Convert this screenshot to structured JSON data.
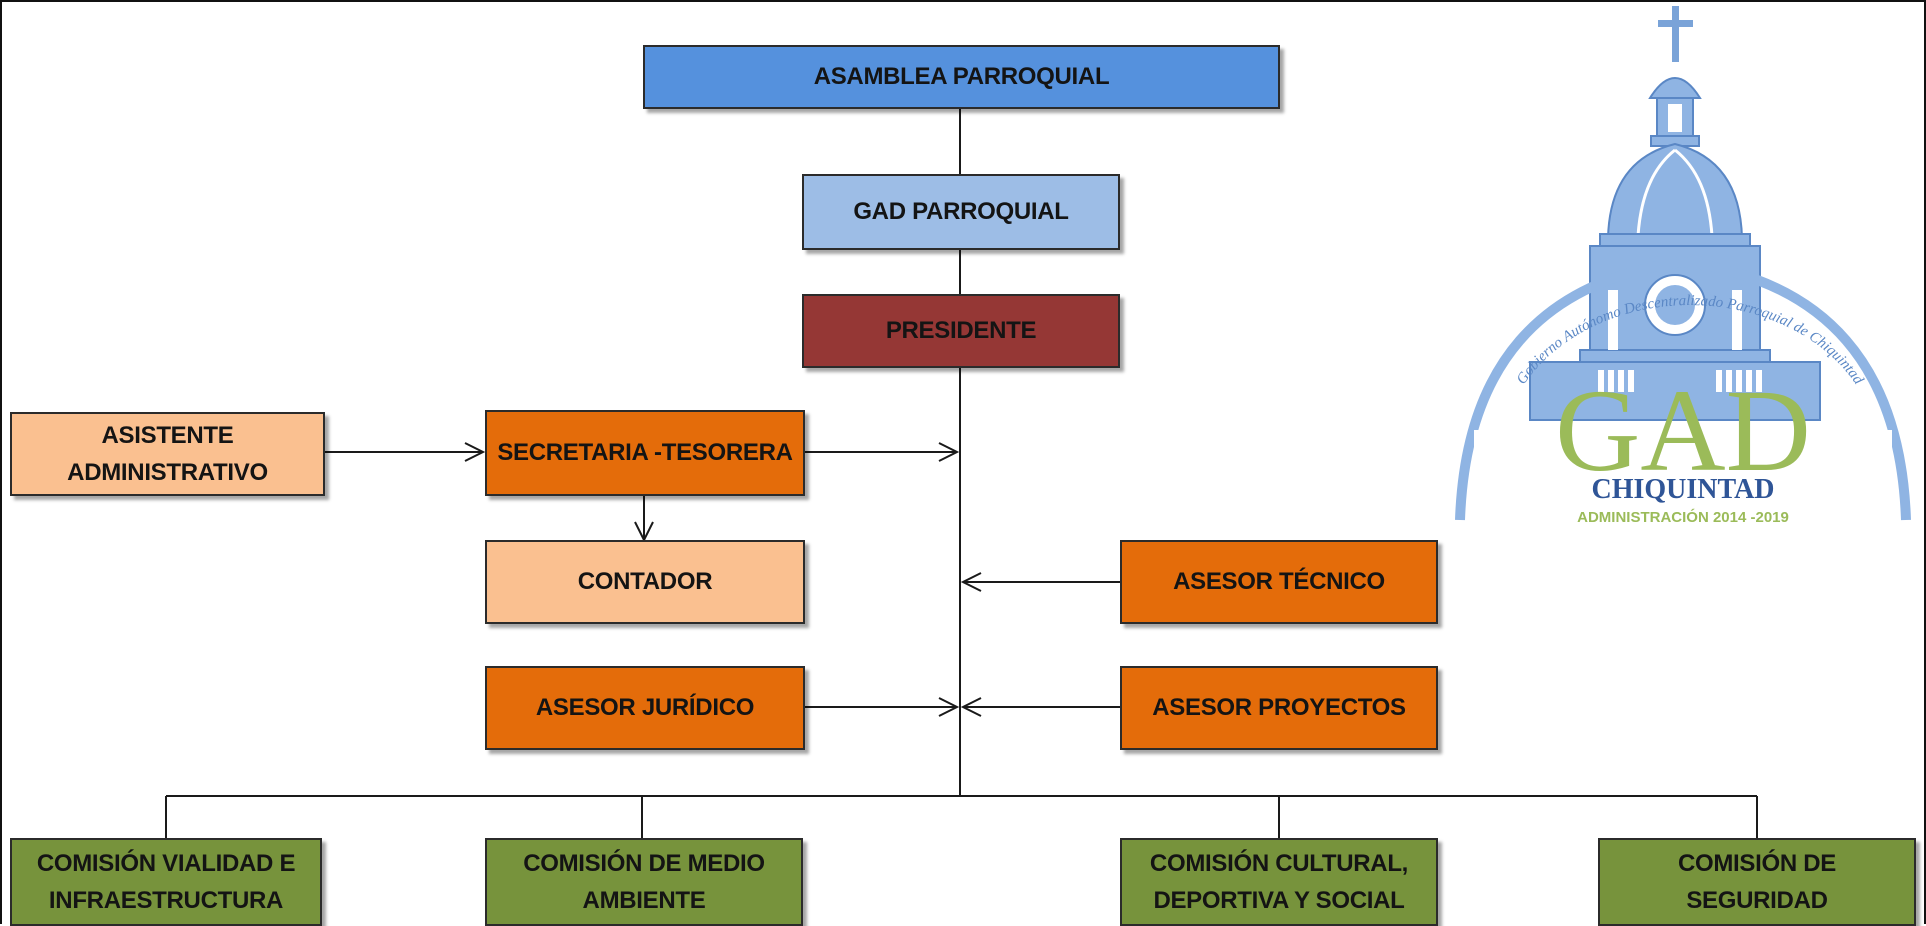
{
  "nodes": {
    "asamblea": {
      "label": "ASAMBLEA PARROQUIAL",
      "color": "#5591dd"
    },
    "gad": {
      "label": "GAD PARROQUIAL",
      "color": "#9dbde6"
    },
    "presidente": {
      "label": "PRESIDENTE",
      "color": "#953735"
    },
    "asistente": {
      "label": "ASISTENTE\nADMINISTRATIVO",
      "color": "#fac090"
    },
    "secretaria": {
      "label": "SECRETARIA -TESORERA",
      "color": "#e46c0a"
    },
    "contador": {
      "label": "CONTADOR",
      "color": "#fac090"
    },
    "asesor_tecnico": {
      "label": "ASESOR TÉCNICO",
      "color": "#e46c0a"
    },
    "asesor_juridico": {
      "label": "ASESOR JURÍDICO",
      "color": "#e46c0a"
    },
    "asesor_proyectos": {
      "label": "ASESOR PROYECTOS",
      "color": "#e46c0a"
    },
    "comision_vialidad": {
      "label": "COMISIÓN VIALIDAD E\nINFRAESTRUCTURA",
      "color": "#77933c"
    },
    "comision_medio_ambiente": {
      "label": "COMISIÓN DE MEDIO\nAMBIENTE",
      "color": "#77933c"
    },
    "comision_cultural": {
      "label": "COMISIÓN CULTURAL,\nDEPORTIVA Y SOCIAL",
      "color": "#77933c"
    },
    "comision_seguridad": {
      "label": "COMISIÓN DE\nSEGURIDAD",
      "color": "#77933c"
    }
  },
  "logo": {
    "arc_text": "Gobierno Autónomo Descentralizado Parroquial de Chiquintad",
    "main": "GAD",
    "name": "CHIQUINTAD",
    "admin": "ADMINISTRACIÓN 2014 -2019",
    "colors": {
      "blue": "#8fb4e3",
      "green": "#9bbb59",
      "dark_blue": "#2f5597"
    }
  },
  "line_color": "#1a1a1a"
}
